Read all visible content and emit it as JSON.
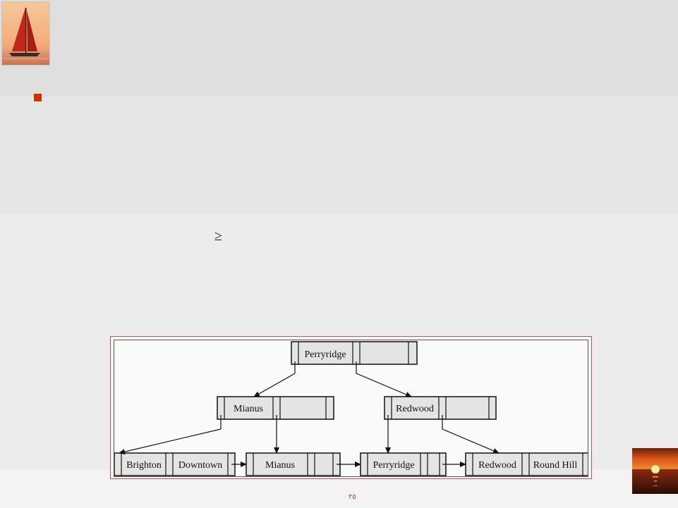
{
  "page_number": "٢٥",
  "bullet_symbol": "■",
  "relation_symbol": "≥",
  "figure": {
    "root": {
      "key": "Perryridge"
    },
    "internal_nodes": [
      {
        "key": "Mianus"
      },
      {
        "key": "Redwood"
      }
    ],
    "leaf_nodes": [
      {
        "keys": [
          "Brighton",
          "Downtown"
        ]
      },
      {
        "keys": [
          "Mianus"
        ]
      },
      {
        "keys": [
          "Perryridge"
        ]
      },
      {
        "keys": [
          "Redwood",
          "Round Hill"
        ]
      }
    ]
  },
  "colors": {
    "accent": "#cc3300",
    "node_fill": "#e4e4e4",
    "frame_border": "#b55a3a"
  },
  "icons": [
    "sailboat-logo-image",
    "sunset-image"
  ]
}
